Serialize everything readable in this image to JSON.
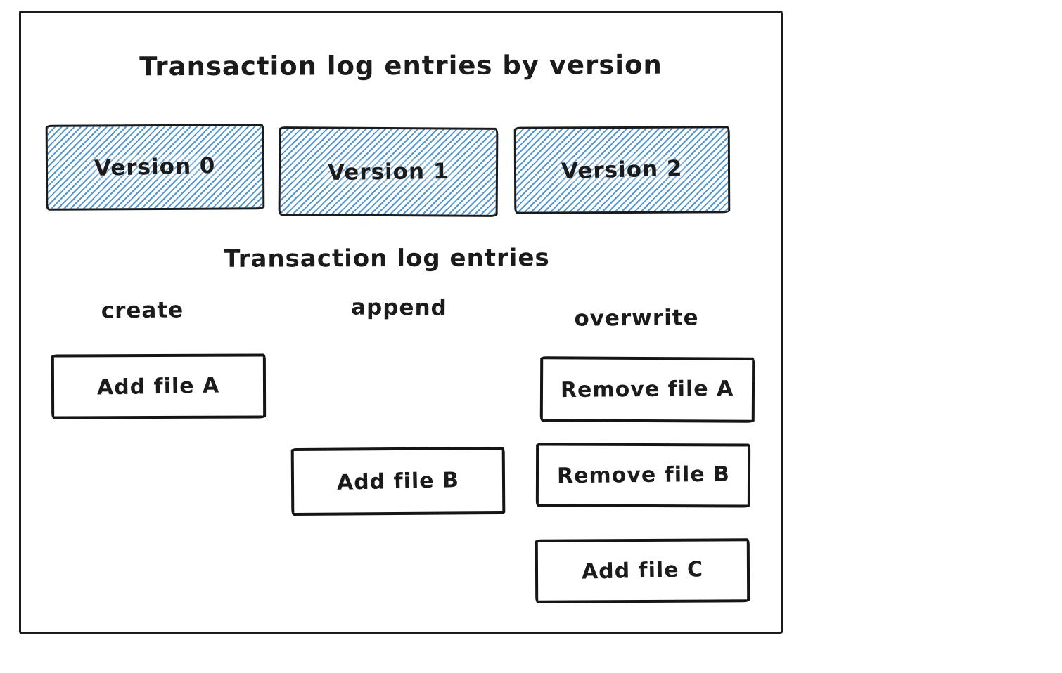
{
  "diagram": {
    "title": "Transaction log entries by version",
    "section_title": "Transaction log entries",
    "versions": [
      {
        "label": "Version 0"
      },
      {
        "label": "Version 1"
      },
      {
        "label": "Version 2"
      }
    ],
    "columns": [
      {
        "label": "create"
      },
      {
        "label": "append"
      },
      {
        "label": "overwrite"
      }
    ],
    "entries": [
      {
        "label": "Add file A",
        "column": "create"
      },
      {
        "label": "Remove file A",
        "column": "overwrite"
      },
      {
        "label": "Add file B",
        "column": "append"
      },
      {
        "label": "Remove file B",
        "column": "overwrite"
      },
      {
        "label": "Add file C",
        "column": "overwrite"
      }
    ],
    "colors": {
      "hatch_blue": "#4e96d4",
      "stroke_black": "#1b1b1b",
      "background": "#ffffff"
    }
  }
}
